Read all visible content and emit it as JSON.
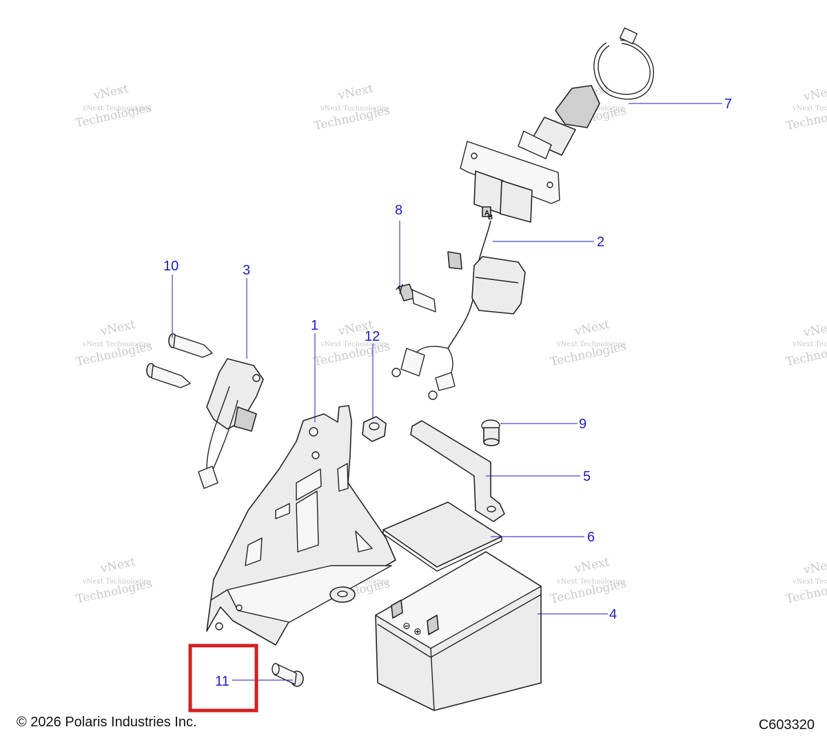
{
  "callouts": [
    {
      "id": "1",
      "label": "1"
    },
    {
      "id": "2",
      "label": "2"
    },
    {
      "id": "3",
      "label": "3"
    },
    {
      "id": "4",
      "label": "4"
    },
    {
      "id": "5",
      "label": "5"
    },
    {
      "id": "6",
      "label": "6"
    },
    {
      "id": "7",
      "label": "7"
    },
    {
      "id": "8",
      "label": "8"
    },
    {
      "id": "9",
      "label": "9"
    },
    {
      "id": "10",
      "label": "10"
    },
    {
      "id": "11",
      "label": "11"
    },
    {
      "id": "12",
      "label": "12"
    }
  ],
  "battery_terminals": {
    "a": "A",
    "b": "B",
    "neg": "⊖",
    "pos": "⊕"
  },
  "watermark": {
    "line1": "vNext Technologies",
    "line2": "Technologies",
    "line3": "vNext"
  },
  "footer": {
    "copyright": "© 2026 Polaris Industries Inc.",
    "code": "C603320"
  },
  "highlight": {
    "callout": "11",
    "color": "#d42020"
  },
  "colors": {
    "callout": "#1a1acc",
    "part_fill": "#ececec",
    "outline": "#222222"
  }
}
